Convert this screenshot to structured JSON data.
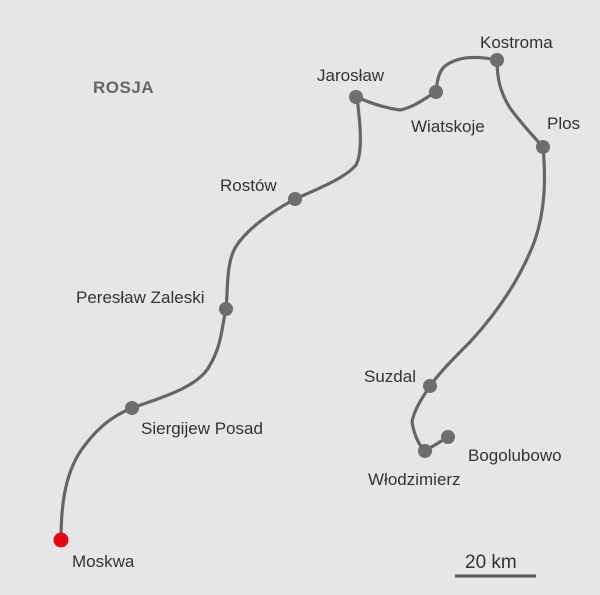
{
  "map": {
    "country_label": "ROSJA",
    "scale_label": "20 km",
    "colors": {
      "background": "#e6e6e6",
      "route": "#666666",
      "city": "#6e6e6e",
      "start_city": "#e30613",
      "text": "#333333",
      "country_text": "#666666"
    },
    "cities": [
      {
        "id": "moskwa",
        "name": "Moskwa",
        "start": true
      },
      {
        "id": "siergijew-posad",
        "name": "Siergijew Posad"
      },
      {
        "id": "pereslaw-zaleski",
        "name": "Peresław Zaleski"
      },
      {
        "id": "rostow",
        "name": "Rostów"
      },
      {
        "id": "jaroslaw",
        "name": "Jarosław"
      },
      {
        "id": "wiatskoje",
        "name": "Wiatskoje"
      },
      {
        "id": "kostroma",
        "name": "Kostroma"
      },
      {
        "id": "plos",
        "name": "Plos"
      },
      {
        "id": "suzdal",
        "name": "Suzdal"
      },
      {
        "id": "wlodzimierz",
        "name": "Włodzimierz"
      },
      {
        "id": "bogolubowo",
        "name": "Bogolubowo"
      }
    ]
  }
}
